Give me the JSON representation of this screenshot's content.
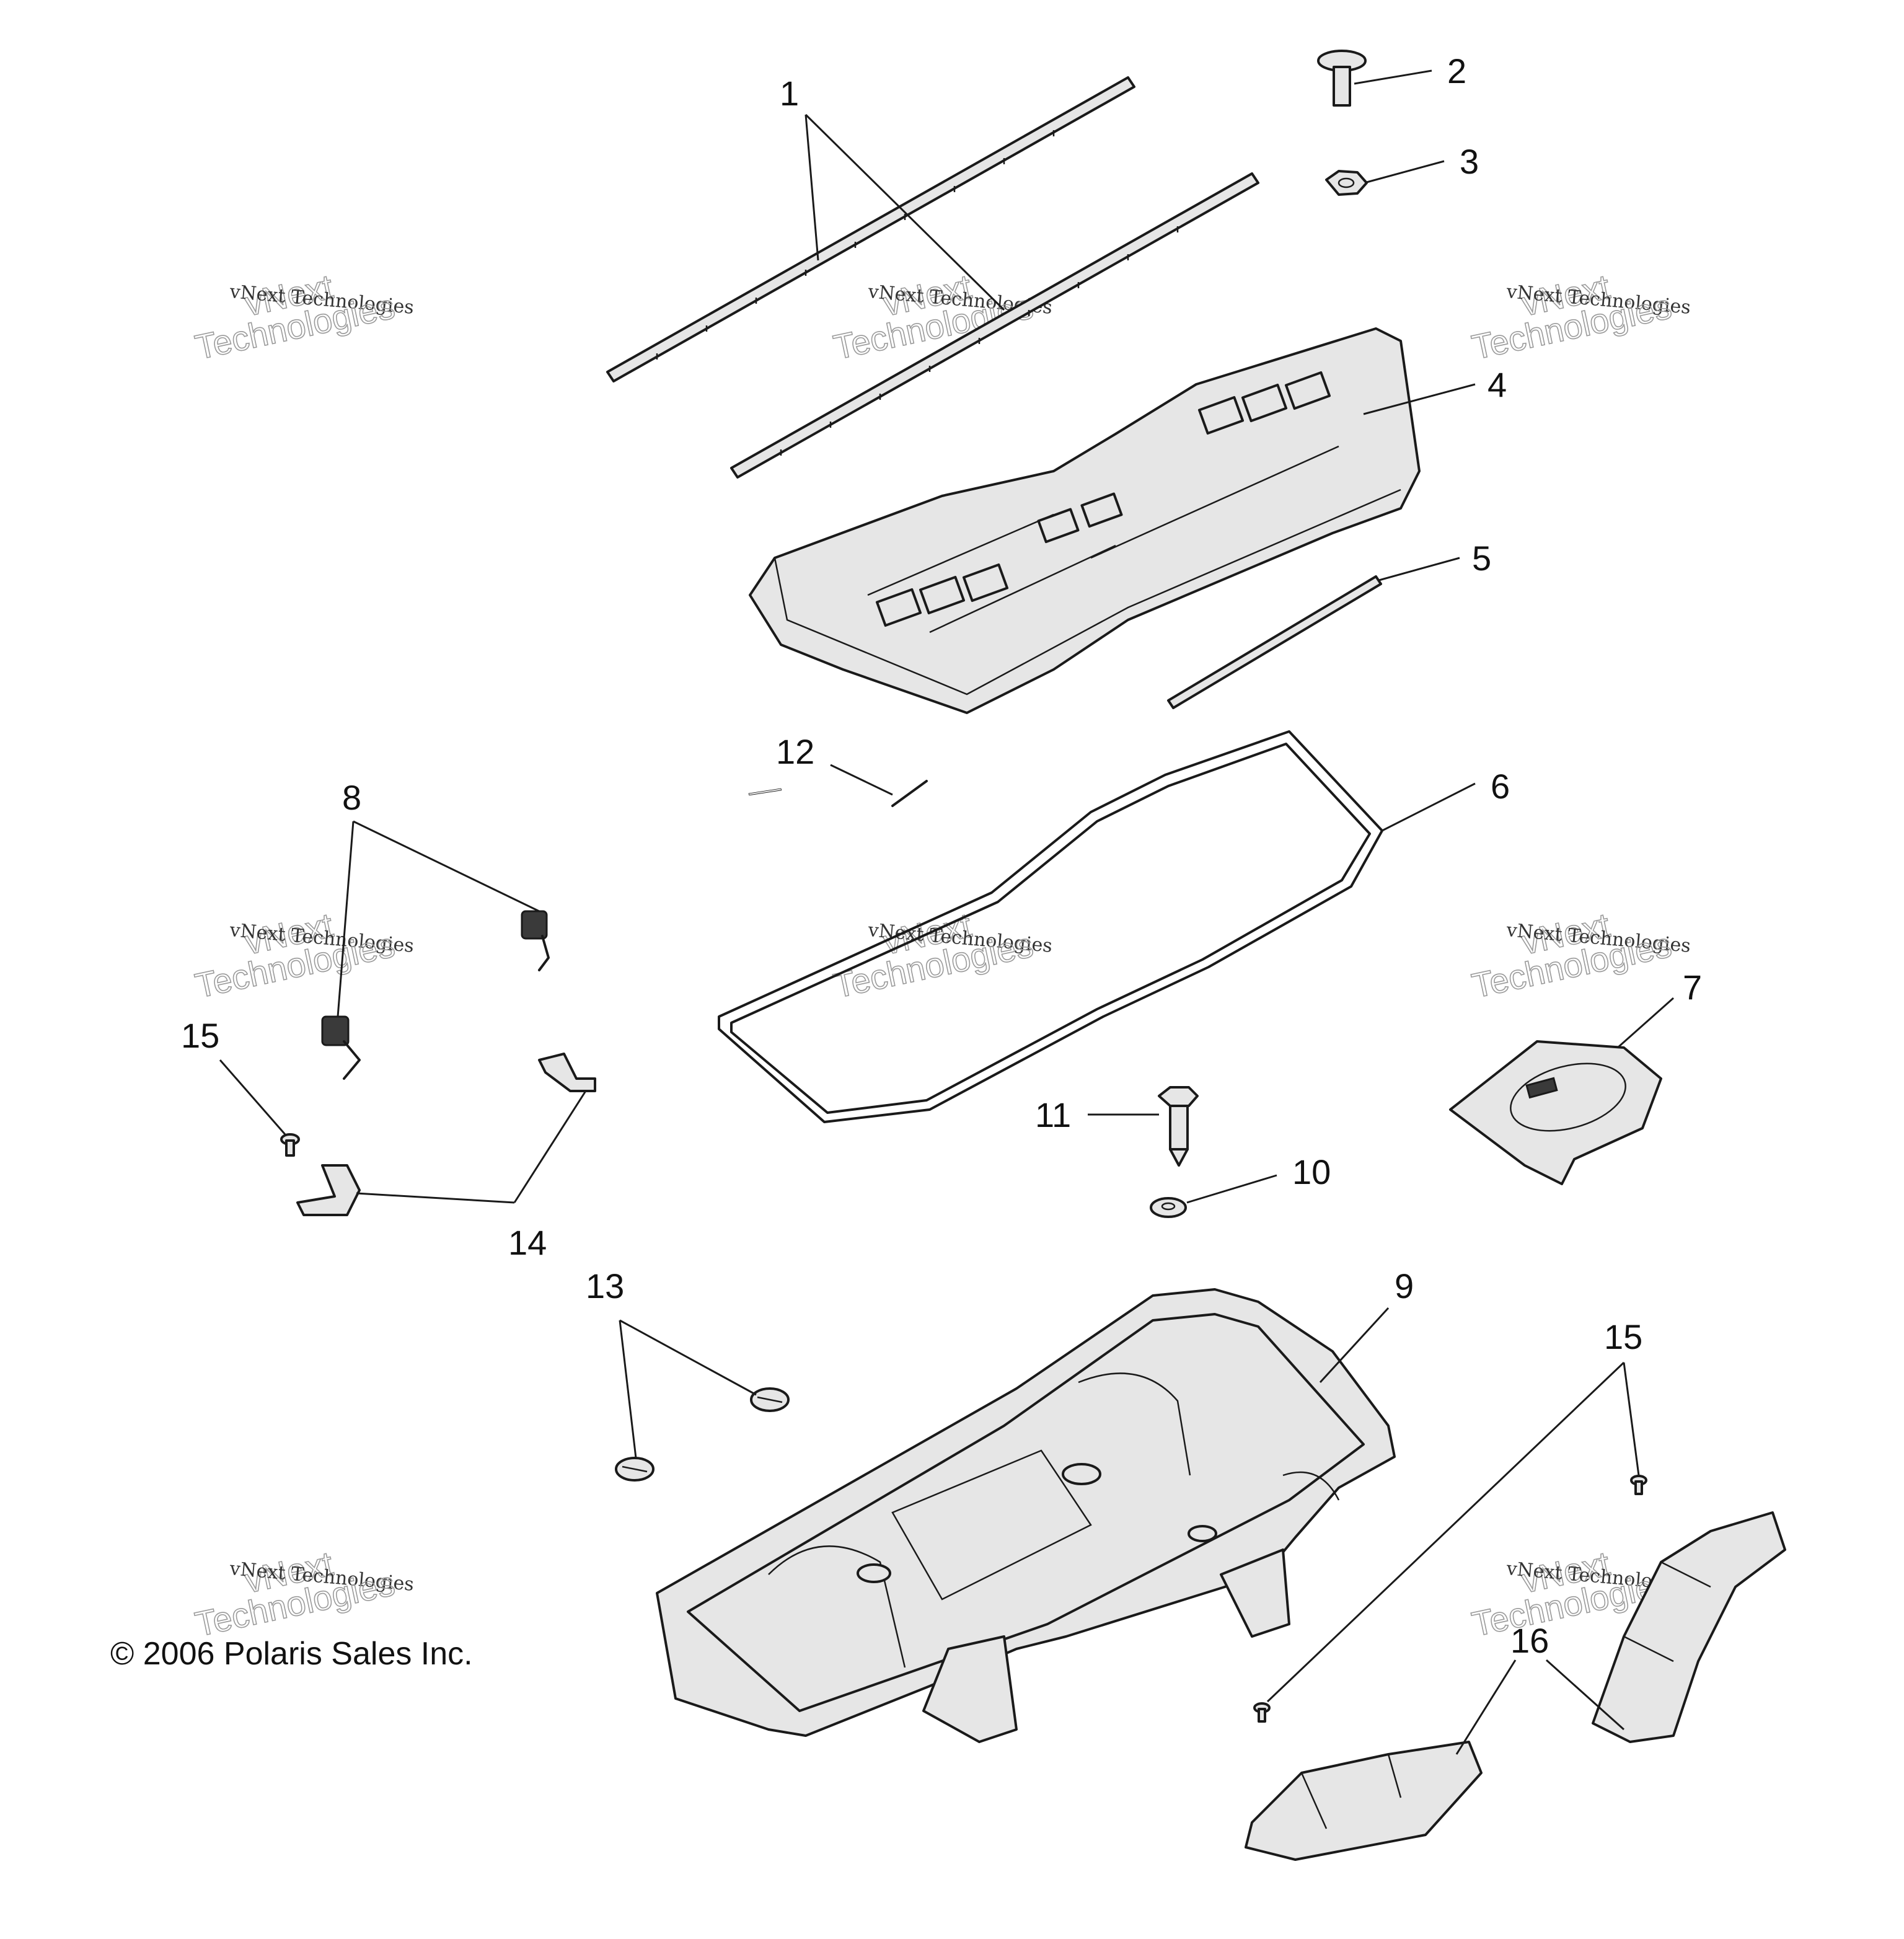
{
  "callouts": [
    "1",
    "2",
    "3",
    "4",
    "5",
    "6",
    "7",
    "8",
    "9",
    "10",
    "11",
    "12",
    "13",
    "14",
    "15",
    "15",
    "16"
  ],
  "watermark": {
    "line1": "vNext",
    "line2": "vNext Technologies",
    "line3": "Technologies"
  },
  "copyright": "© 2006 Polaris Sales Inc."
}
